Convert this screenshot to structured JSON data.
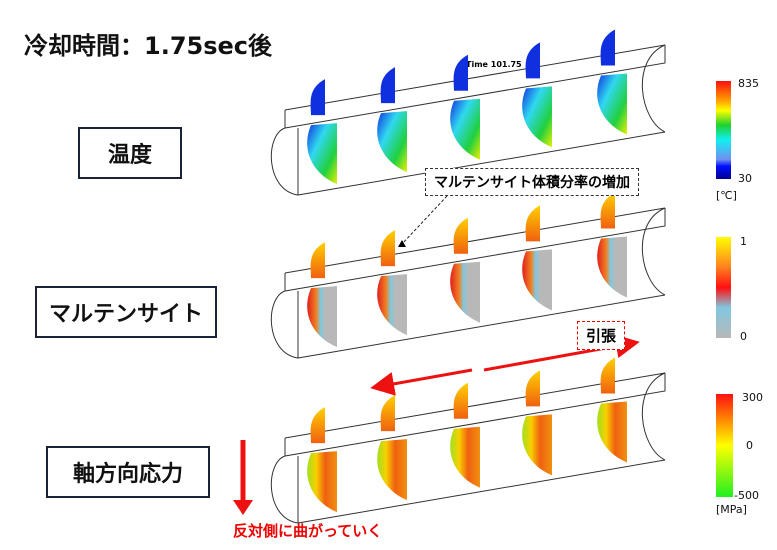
{
  "title": "冷却時間：1.75sec後",
  "time_label": "Time 101.75",
  "labels": {
    "temperature": "温度",
    "martensite": "マルテンサイト",
    "axial_stress": "軸方向応力"
  },
  "callouts": {
    "martensite_increase": "マルテンサイト体積分率の増加",
    "tension": "引張",
    "bend": "反対側に曲がっていく"
  },
  "colorbars": {
    "temperature": {
      "max": "835",
      "min": "30",
      "unit": "[℃]"
    },
    "martensite": {
      "max": "1",
      "min": "0"
    },
    "stress": {
      "max": "300",
      "mid": "0",
      "min": "-500",
      "unit": "[MPa]"
    }
  },
  "colors": {
    "arrow": "#ee1111",
    "frame": "#1a2238"
  }
}
